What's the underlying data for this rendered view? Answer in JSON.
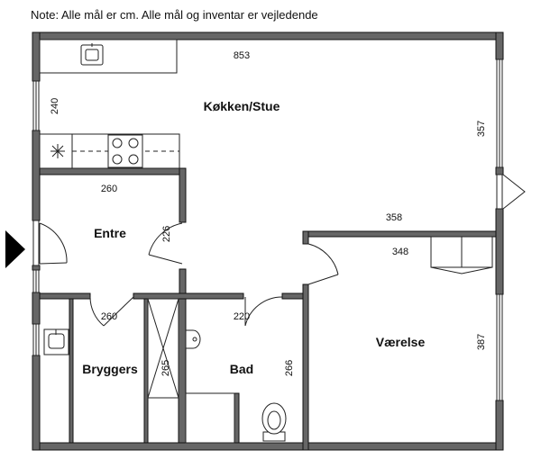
{
  "note": "Note: Alle mål er cm. Alle mål og inventar er vejledende",
  "rooms": {
    "kitchen": "Køkken/Stue",
    "entre": "Entre",
    "bryggers": "Bryggers",
    "bad": "Bad",
    "vaerelse": "Værelse"
  },
  "dimensions": {
    "kitchen_width": "853",
    "kitchen_left": "240",
    "kitchen_right": "357",
    "entre_width": "260",
    "entre_height": "226",
    "hall_span": "358",
    "vaerelse_width": "348",
    "bryggers_width": "260",
    "bad_width": "220",
    "bryggers_height": "265",
    "bad_height": "266",
    "vaerelse_height": "387"
  },
  "colors": {
    "wall_fill": "#666666",
    "entrance_arrow": "#000000"
  }
}
